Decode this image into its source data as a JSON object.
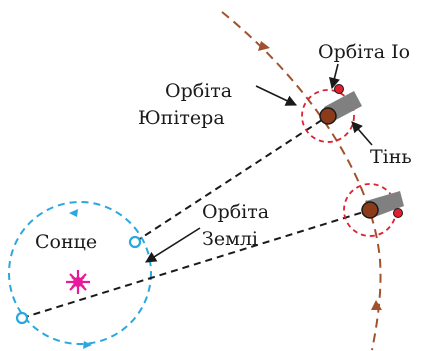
{
  "labels": {
    "sun": "Сонце",
    "earth_orbit_line1": "Орбіта",
    "earth_orbit_line2": "Землі",
    "jupiter_orbit_line1": "Орбіта",
    "jupiter_orbit_line2": "Юпітера",
    "io_orbit": "Орбіта Іо",
    "shadow": "Тінь"
  },
  "colors": {
    "earth_orbit": "#29a8e0",
    "jupiter_orbit": "#a0522d",
    "io_orbit": "#e0202e",
    "sun": "#e8199a",
    "jupiter": "#8b3a1a",
    "io": "#e0202e",
    "shadow": "#808080",
    "sight_line": "#1a1a1a"
  }
}
